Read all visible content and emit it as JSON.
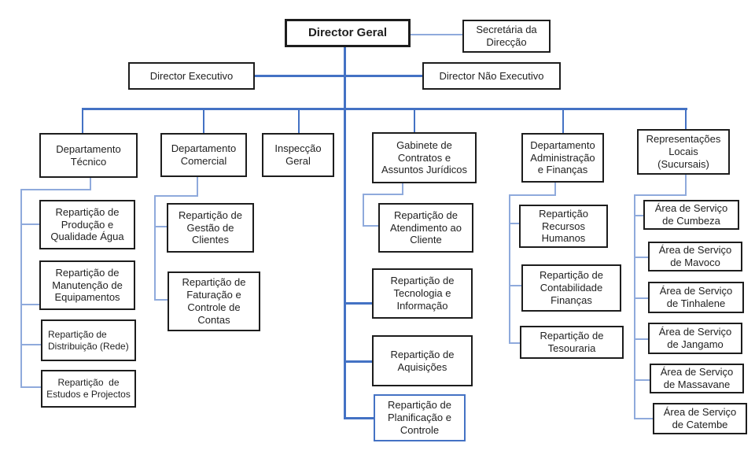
{
  "diagram": {
    "type": "org-chart",
    "language": "pt",
    "colors": {
      "line_primary": "#4472C4",
      "line_light": "#8FAADC",
      "box_border": "#1d1d1d",
      "highlight_box_border": "#4472C4",
      "background": "#ffffff"
    }
  },
  "org": {
    "director_geral": "Director Geral",
    "secretaria": "Secretária da\nDirecção",
    "director_executivo": "Director Executivo",
    "director_nao_executivo": "Director Não Executivo",
    "departments": [
      {
        "label": "Departamento\nTécnico",
        "children": [
          "Repartição de\nProdução e\nQualidade Água",
          "Repartição de\nManutenção de\nEquipamentos",
          "Repartição de\nDistribuição (Rede)",
          "Repartição  de\nEstudos e Projectos"
        ]
      },
      {
        "label": "Departamento\nComercial",
        "children": [
          "Repartição de\nGestão de\nClientes",
          "Repartição de\nFaturação e\nControle de\nContas"
        ]
      },
      {
        "label": "Inspecção\nGeral",
        "children": []
      },
      {
        "label": "Gabinete de\nContratos e\nAssuntos Jurídicos",
        "children": [
          "Repartição de\nAtendimento ao\nCliente",
          "Repartição de\nTecnologia e\nInformação",
          "Repartição de\nAquisições",
          "Repartição de\nPlanificação e\nControle"
        ]
      },
      {
        "label": "Departamento\nAdministração\ne Finanças",
        "children": [
          "Repartição\nRecursos\nHumanos",
          "Repartição de\nContabilidade\nFinanças",
          "Repartição de\nTesouraria"
        ]
      },
      {
        "label": "Representações\nLocais\n(Sucursais)",
        "children": [
          "Área de Serviço\nde Cumbeza",
          "Área de Serviço\nde Mavoco",
          "Área de Serviço\nde Tinhalene",
          "Área de Serviço\nde Jangamo",
          "Área de Serviço\nde Massavane",
          "Área de Serviço\nde Catembe"
        ]
      }
    ]
  }
}
